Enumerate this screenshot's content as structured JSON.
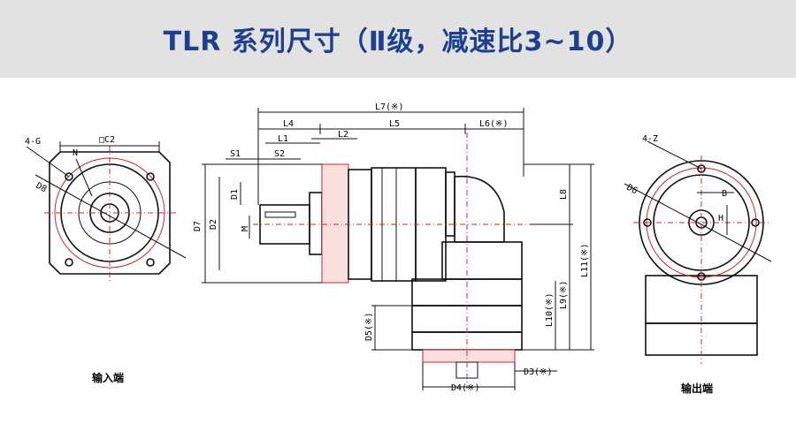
{
  "title": "TLR 系列尺寸（Ⅱ级，减速比3~10）",
  "views": {
    "input_end": {
      "caption": "输入端",
      "labels": {
        "g": "4-G",
        "n": "N",
        "dc": "□C2",
        "d8": "D8"
      }
    },
    "side": {
      "labels": {
        "l7": "L7(※)",
        "l4": "L4",
        "l5": "L5",
        "l6": "L6(※)",
        "l1": "L1",
        "l2": "L2",
        "s1": "S1",
        "s2": "S2",
        "d7": "D7",
        "d2": "D2",
        "d1": "D1",
        "m": "M",
        "l8": "L8",
        "l9": "L9(※)",
        "l10": "L10(※)",
        "l11": "L11(※)",
        "d5": "D5(※)",
        "d3": "D3(※)",
        "d4": "D4(※)"
      }
    },
    "output_end": {
      "caption": "输出端",
      "labels": {
        "z": "4-Z",
        "d6": "D6",
        "b": "B",
        "h": "H"
      }
    }
  }
}
